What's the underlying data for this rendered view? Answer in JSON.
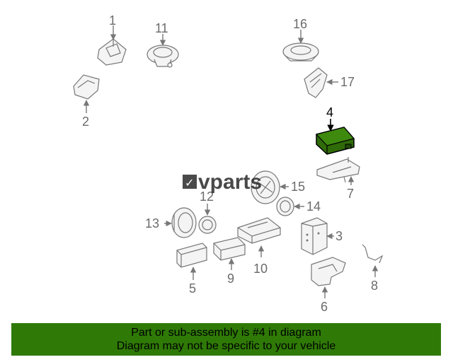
{
  "watermark": {
    "logo_mark": "✓",
    "brand": "vparts"
  },
  "highlight_color": "#2f6b08",
  "banner_color": "#2f7a06",
  "parts": [
    {
      "number": "1",
      "highlighted": false
    },
    {
      "number": "2",
      "highlighted": false
    },
    {
      "number": "3",
      "highlighted": false
    },
    {
      "number": "4",
      "highlighted": true
    },
    {
      "number": "5",
      "highlighted": false
    },
    {
      "number": "6",
      "highlighted": false
    },
    {
      "number": "7",
      "highlighted": false
    },
    {
      "number": "8",
      "highlighted": false
    },
    {
      "number": "9",
      "highlighted": false
    },
    {
      "number": "10",
      "highlighted": false
    },
    {
      "number": "11",
      "highlighted": false
    },
    {
      "number": "12",
      "highlighted": false
    },
    {
      "number": "13",
      "highlighted": false
    },
    {
      "number": "14",
      "highlighted": false
    },
    {
      "number": "15",
      "highlighted": false
    },
    {
      "number": "16",
      "highlighted": false
    },
    {
      "number": "17",
      "highlighted": false
    }
  ],
  "banner": {
    "line1": "Part or sub-assembly is #4 in diagram",
    "line2": "Diagram may not be specific to your vehicle"
  }
}
